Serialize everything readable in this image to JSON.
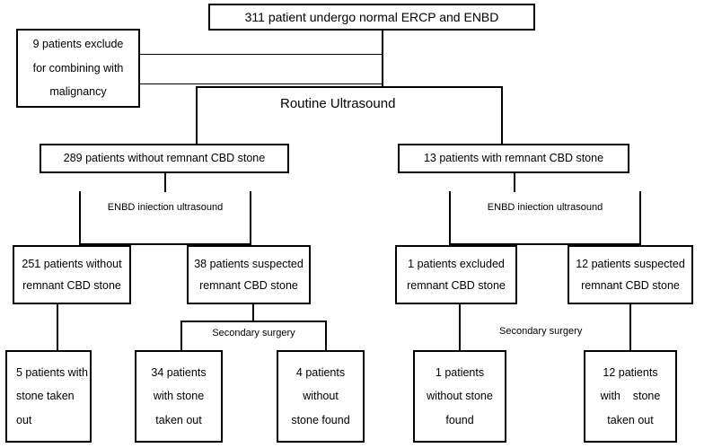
{
  "diagram": {
    "title": "311 patient undergo normal ERCP and ENBD",
    "type": "flowchart",
    "nodes": {
      "root": {
        "label": "311 patient undergo normal ERCP and ENBD"
      },
      "excluded_malignancy": {
        "line1": "9 patients exclude",
        "line2": "for combining with",
        "line3": "malignancy"
      },
      "routine_ultrasound": {
        "label": "Routine Ultrasound"
      },
      "without_remnant": {
        "label": "289 patients without remnant CBD stone"
      },
      "with_remnant": {
        "label": "13 patients with remnant CBD stone"
      },
      "enbd_left": {
        "label": "ENBD iniection ultrasound"
      },
      "enbd_right": {
        "label": "ENBD iniection ultrasound"
      },
      "n251": {
        "line1": "251 patients without",
        "line2": "remnant CBD stone"
      },
      "n38": {
        "line1": "38 patients suspected",
        "line2": "remnant CBD stone"
      },
      "n1_excluded": {
        "line1": "1 patients excluded",
        "line2": "remnant CBD stone"
      },
      "n12_suspected": {
        "line1": "12 patients suspected",
        "line2": "remnant CBD stone"
      },
      "secondary_surgery_left": {
        "label": "Secondary surgery"
      },
      "secondary_surgery_right": {
        "label": "Secondary surgery"
      },
      "n5_stone_out": {
        "line1": "5 patients with",
        "line2": "stone taken",
        "line3": "out"
      },
      "n34_stone_out": {
        "line1": "34 patients",
        "line2": "with stone",
        "line3": "taken out"
      },
      "n4_no_stone": {
        "line1": "4 patients",
        "line2": "without",
        "line3": "stone found"
      },
      "n1_no_stone": {
        "line1": "1 patients",
        "line2": "without stone",
        "line3": "found"
      },
      "n12_stone_out": {
        "line1": "12 patients",
        "line2": "with    stone",
        "line3": "taken out"
      }
    },
    "colors": {
      "stroke": "#000000",
      "fill": "#ffffff",
      "text": "#000000"
    }
  }
}
